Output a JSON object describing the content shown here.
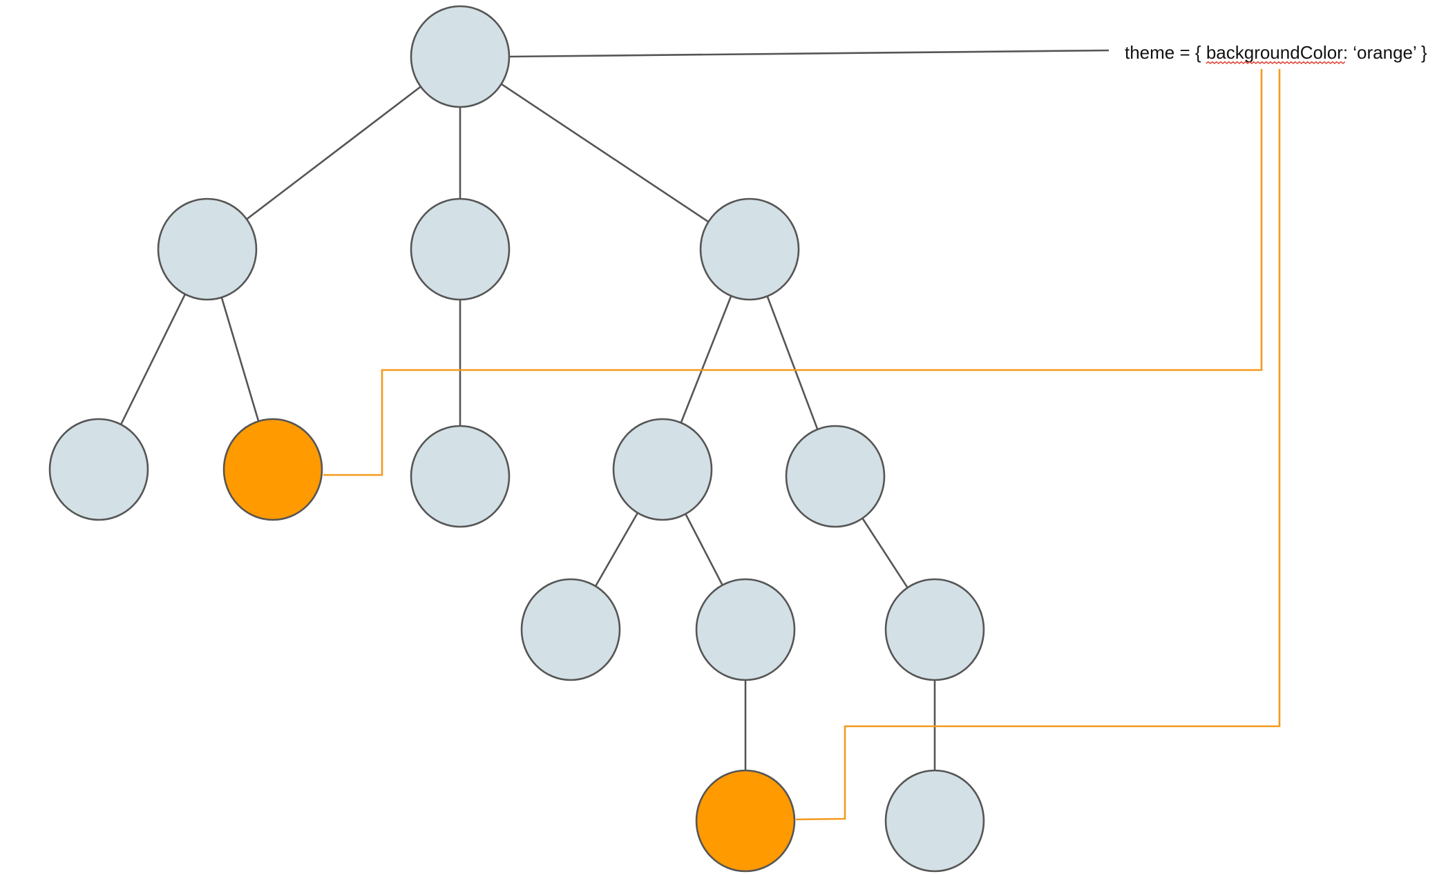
{
  "diagram": {
    "label": "theme = { backgroundColor: ‘orange’ }",
    "label_prefix": "theme = { ",
    "label_key": "backgroundColor",
    "label_suffix": ": ‘orange’ }",
    "colors": {
      "node_default": "#d3e0e5",
      "node_highlight": "#ff9a00",
      "edge": "#555555",
      "connector": "#f39a1e",
      "spellcheck_underline": "#e04a3a"
    },
    "nodes": [
      {
        "id": "root",
        "highlight": false
      },
      {
        "id": "a",
        "highlight": false
      },
      {
        "id": "b",
        "highlight": false
      },
      {
        "id": "c",
        "highlight": false
      },
      {
        "id": "a1",
        "highlight": false
      },
      {
        "id": "a2",
        "highlight": true
      },
      {
        "id": "b1",
        "highlight": false
      },
      {
        "id": "c1",
        "highlight": false
      },
      {
        "id": "c2",
        "highlight": false
      },
      {
        "id": "c1a",
        "highlight": false
      },
      {
        "id": "c1b",
        "highlight": false
      },
      {
        "id": "c2a",
        "highlight": false
      },
      {
        "id": "c1b1",
        "highlight": true
      },
      {
        "id": "c2a1",
        "highlight": false
      }
    ],
    "edges": [
      [
        "root",
        "a"
      ],
      [
        "root",
        "b"
      ],
      [
        "root",
        "c"
      ],
      [
        "a",
        "a1"
      ],
      [
        "a",
        "a2"
      ],
      [
        "b",
        "b1"
      ],
      [
        "c",
        "c1"
      ],
      [
        "c",
        "c2"
      ],
      [
        "c1",
        "c1a"
      ],
      [
        "c1",
        "c1b"
      ],
      [
        "c2",
        "c2a"
      ],
      [
        "c1b",
        "c1b1"
      ],
      [
        "c2a",
        "c2a1"
      ]
    ],
    "connectors": [
      {
        "from": "label",
        "to": "root",
        "kind": "edge"
      },
      {
        "from": "label",
        "to": "a2",
        "kind": "highlight"
      },
      {
        "from": "label",
        "to": "c1b1",
        "kind": "highlight"
      }
    ]
  }
}
